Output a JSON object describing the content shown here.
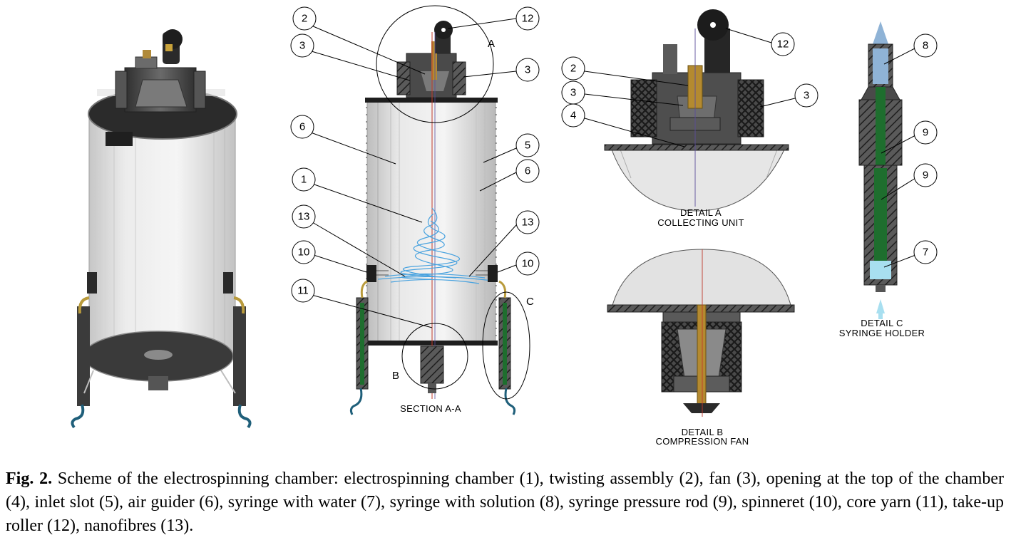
{
  "caption": {
    "label": "Fig. 2.",
    "text": " Scheme of the electrospinning chamber: electrospinning chamber (1), twisting assembly (2), fan (3), opening at the top of the chamber (4), inlet slot (5), air guider (6), syringe with water (7), syringe with solution (8), syringe pressure rod (9), spinneret (10), core yarn (11), take-up roller (12), nanofibres (13)."
  },
  "section": {
    "title": "SECTION A-A",
    "marker_a": "A",
    "marker_b": "B",
    "marker_c": "C"
  },
  "detail_a": {
    "line1": "DETAIL A",
    "line2": "COLLECTING UNIT"
  },
  "detail_b": {
    "line1": "DETAIL B",
    "line2": "COMPRESSION FAN"
  },
  "detail_c": {
    "line1": "DETAIL C",
    "line2": "SYRINGE HOLDER"
  },
  "callouts": {
    "c2": "2",
    "c3a": "3",
    "c12": "12",
    "c3b": "3",
    "c6a": "6",
    "c5": "5",
    "c6b": "6",
    "c1": "1",
    "c13a": "13",
    "c13b": "13",
    "c10a": "10",
    "c10b": "10",
    "c11": "11",
    "d2": "2",
    "d3a": "3",
    "d4": "4",
    "d12": "12",
    "d3b": "3",
    "s8": "8",
    "s9a": "9",
    "s9b": "9",
    "s7": "7"
  },
  "colors": {
    "chamber_glass": "#d8d8d8",
    "dark_part": "#3c3c3c",
    "fibre": "#4aa3df",
    "core_yarn": "#c0392b",
    "syringe_solution": "#8fb3d6",
    "syringe_water": "#a8dff0",
    "pressure_rod": "#1e6e2e",
    "tube": "#1f5f7a"
  }
}
